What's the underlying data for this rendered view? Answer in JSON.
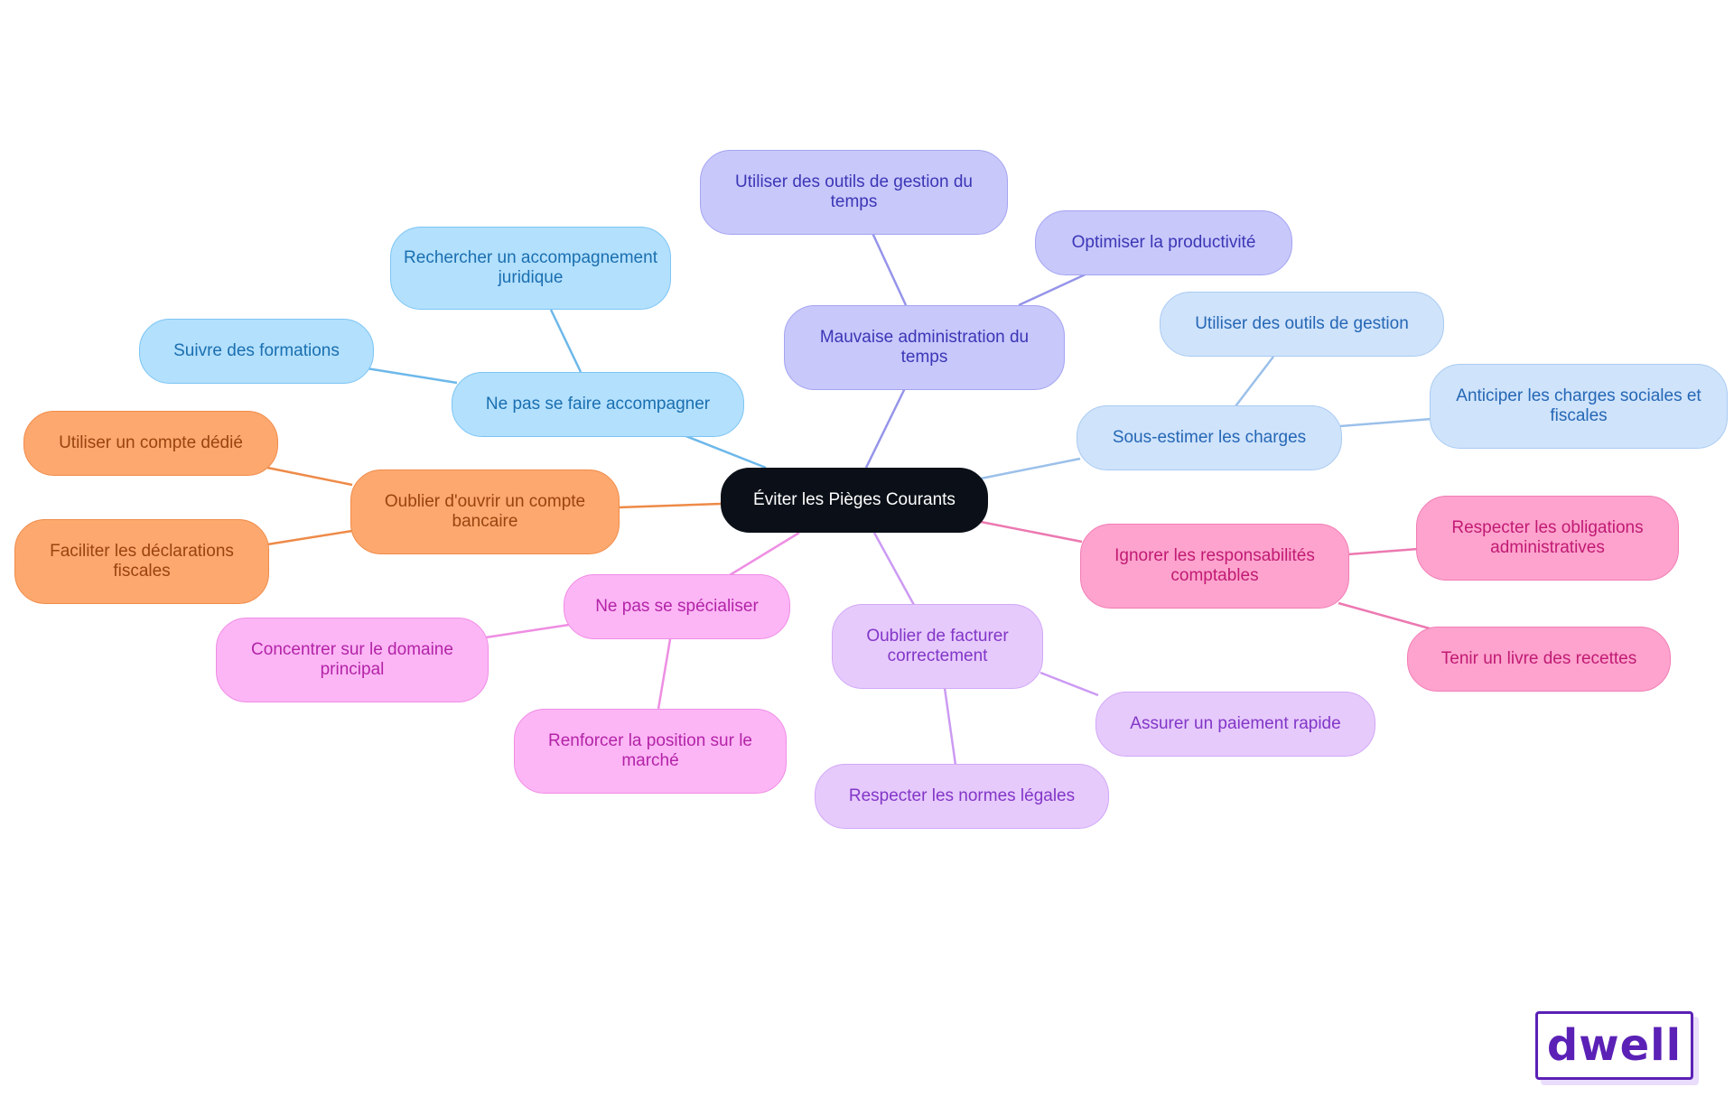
{
  "root": {
    "label": "Éviter les Pièges Courants"
  },
  "branches": {
    "accompagner": {
      "label": "Ne pas se faire accompagner",
      "colors": {
        "fill": "#b3e0fd",
        "border": "#7cc5f4",
        "text": "#1a6fb0",
        "line": "#6db8ea"
      },
      "children": [
        "Rechercher un accompagnement juridique",
        "Suivre des formations"
      ]
    },
    "temps": {
      "label": "Mauvaise administration du temps",
      "colors": {
        "fill": "#c8c8fb",
        "border": "#a4a4f2",
        "text": "#3b36b5",
        "line": "#9594ea"
      },
      "children": [
        "Utiliser des outils de gestion du temps",
        "Optimiser la productivité"
      ]
    },
    "charges": {
      "label": "Sous-estimer les charges",
      "colors": {
        "fill": "#cfe3fb",
        "border": "#a9cbf2",
        "text": "#2567b5",
        "line": "#9bc0ea"
      },
      "children": [
        "Utiliser des outils de gestion",
        "Anticiper les charges sociales et fiscales"
      ]
    },
    "compte": {
      "label": "Oublier d'ouvrir un compte bancaire",
      "colors": {
        "fill": "#fda86e",
        "border": "#f08c4b",
        "text": "#9a4310",
        "line": "#ee8a48"
      },
      "children": [
        "Utiliser un compte dédié",
        "Faciliter les déclarations fiscales"
      ]
    },
    "comptables": {
      "label": "Ignorer les responsabilités comptables",
      "colors": {
        "fill": "#fda3cd",
        "border": "#f27db6",
        "text": "#c11a74",
        "line": "#ec79b1"
      },
      "children": [
        "Respecter les obligations administratives",
        "Tenir un livre des recettes"
      ]
    },
    "specialiser": {
      "label": "Ne pas se spécialiser",
      "colors": {
        "fill": "#fcb6f5",
        "border": "#f08ce6",
        "text": "#b323a8",
        "line": "#ee8ee3"
      },
      "children": [
        "Concentrer sur le domaine principal",
        "Renforcer la position sur le marché"
      ]
    },
    "facturer": {
      "label": "Oublier de facturer correctement",
      "colors": {
        "fill": "#e6cafc",
        "border": "#d2a8f7",
        "text": "#8236c7",
        "line": "#cc9af3"
      },
      "children": [
        "Assurer un paiement rapide",
        "Respecter les normes légales"
      ]
    }
  },
  "root_colors": {
    "fill": "#0b1018",
    "text": "#ffffff"
  },
  "logo": {
    "text": "dwell",
    "color": "#5b21b6"
  }
}
